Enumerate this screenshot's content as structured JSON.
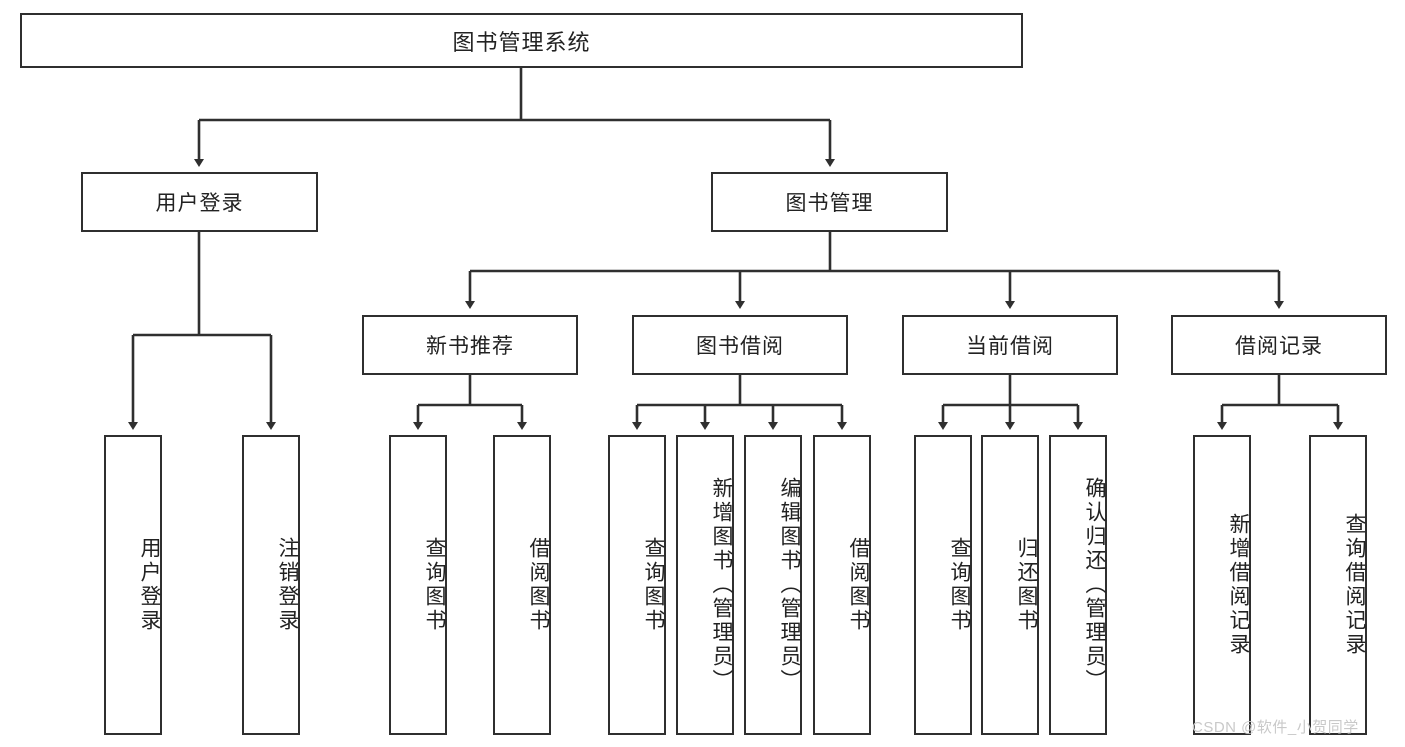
{
  "diagram": {
    "title": "图书管理系统",
    "type": "tree",
    "root": {
      "label": "图书管理系统"
    },
    "level1": [
      {
        "label": "用户登录"
      },
      {
        "label": "图书管理"
      }
    ],
    "level2": [
      {
        "label": "新书推荐"
      },
      {
        "label": "图书借阅"
      },
      {
        "label": "当前借阅"
      },
      {
        "label": "借阅记录"
      }
    ],
    "leaves": {
      "user_login": [
        {
          "label": "用户登录"
        },
        {
          "label": "注销登录"
        }
      ],
      "new_book_recommend": [
        {
          "label": "查询图书"
        },
        {
          "label": "借阅图书"
        }
      ],
      "book_borrow": [
        {
          "label": "查询图书"
        },
        {
          "label": "新增图书（管理员）"
        },
        {
          "label": "编辑图书（管理员）"
        },
        {
          "label": "借阅图书"
        }
      ],
      "current_borrow": [
        {
          "label": "查询图书"
        },
        {
          "label": "归还图书"
        },
        {
          "label": "确认归还（管理员）"
        }
      ],
      "borrow_record": [
        {
          "label": "新增借阅记录"
        },
        {
          "label": "查询借阅记录"
        }
      ]
    }
  },
  "watermark": {
    "text": "CSDN @软件_小贺同学"
  },
  "colors": {
    "border": "#2f2f2f",
    "background": "#ffffff",
    "text": "#222222",
    "watermark": "#c9c9c9"
  }
}
